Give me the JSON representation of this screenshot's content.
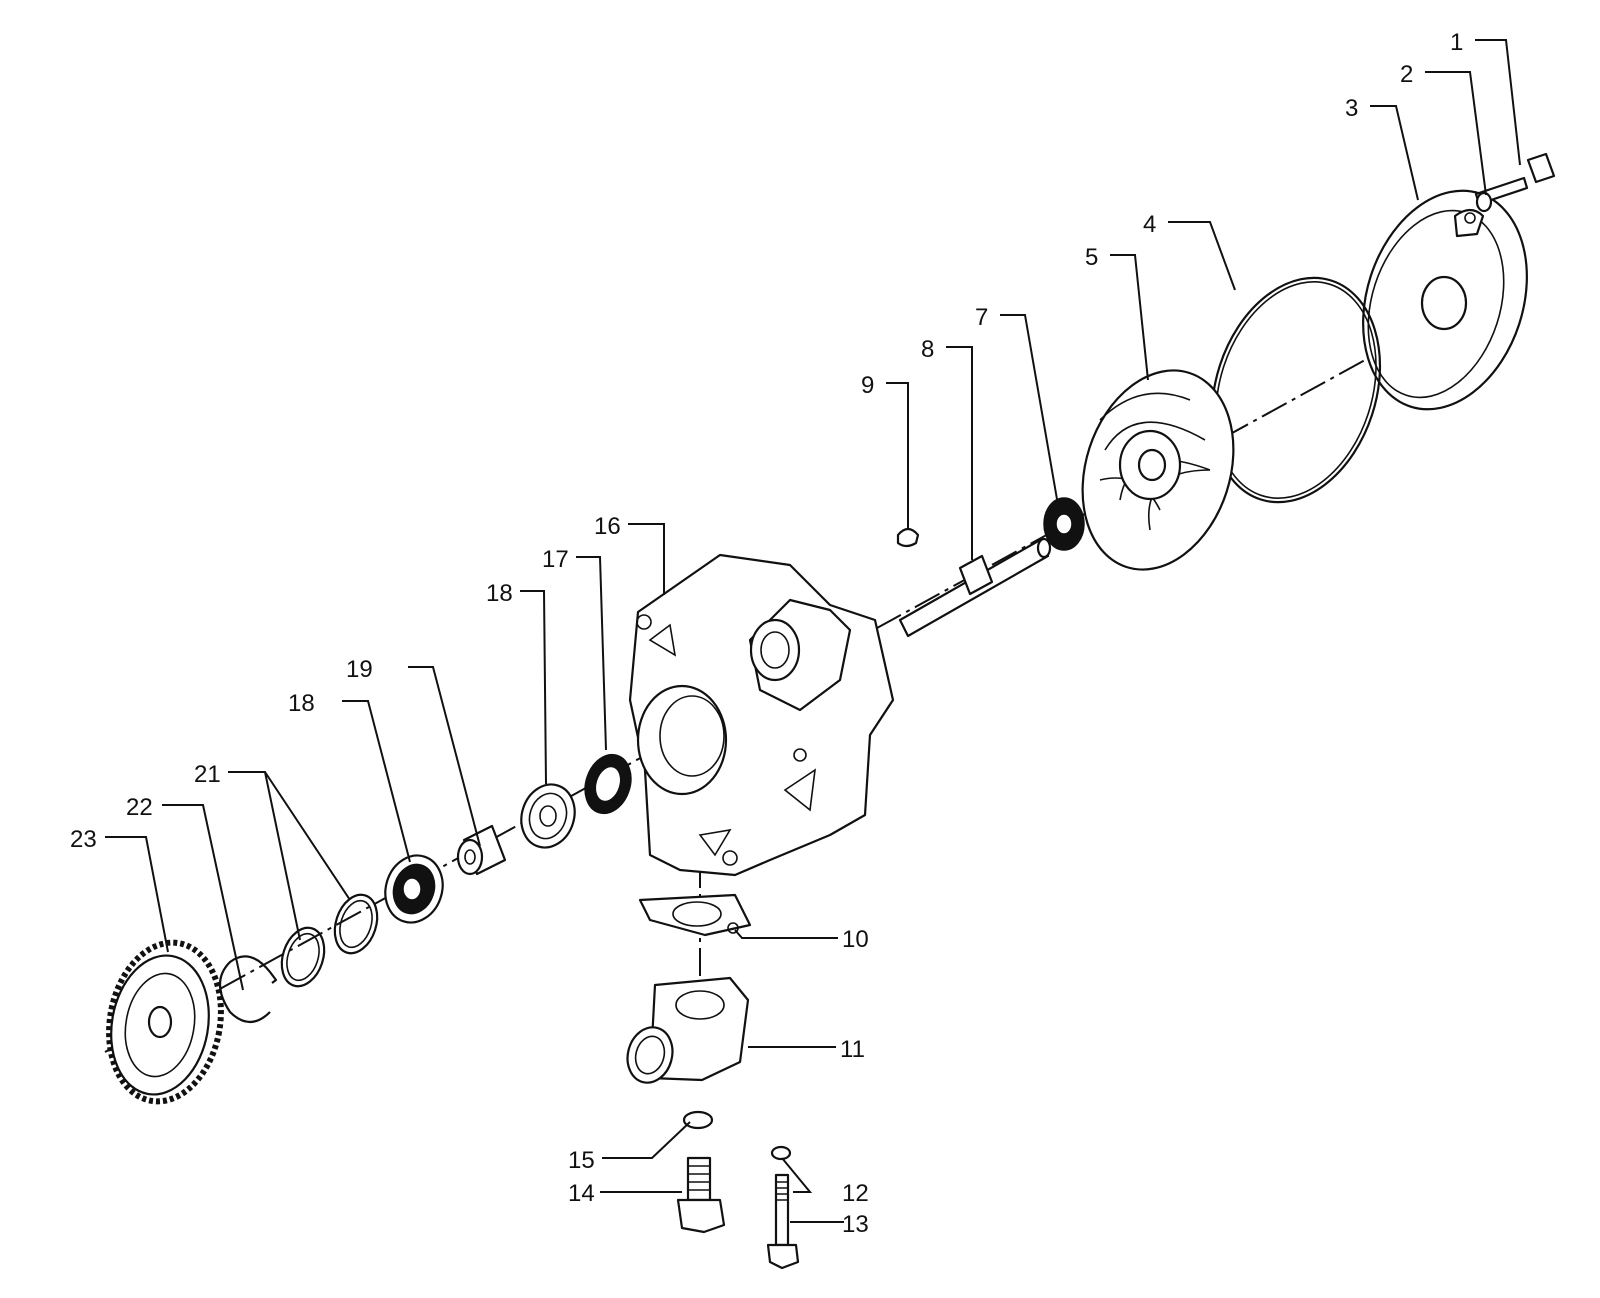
{
  "labels": [
    "1",
    "2",
    "3",
    "4",
    "5",
    "7",
    "8",
    "9",
    "10",
    "11",
    "12",
    "13",
    "14",
    "15",
    "16",
    "17",
    "18",
    "18",
    "19",
    "21",
    "22",
    "23"
  ]
}
